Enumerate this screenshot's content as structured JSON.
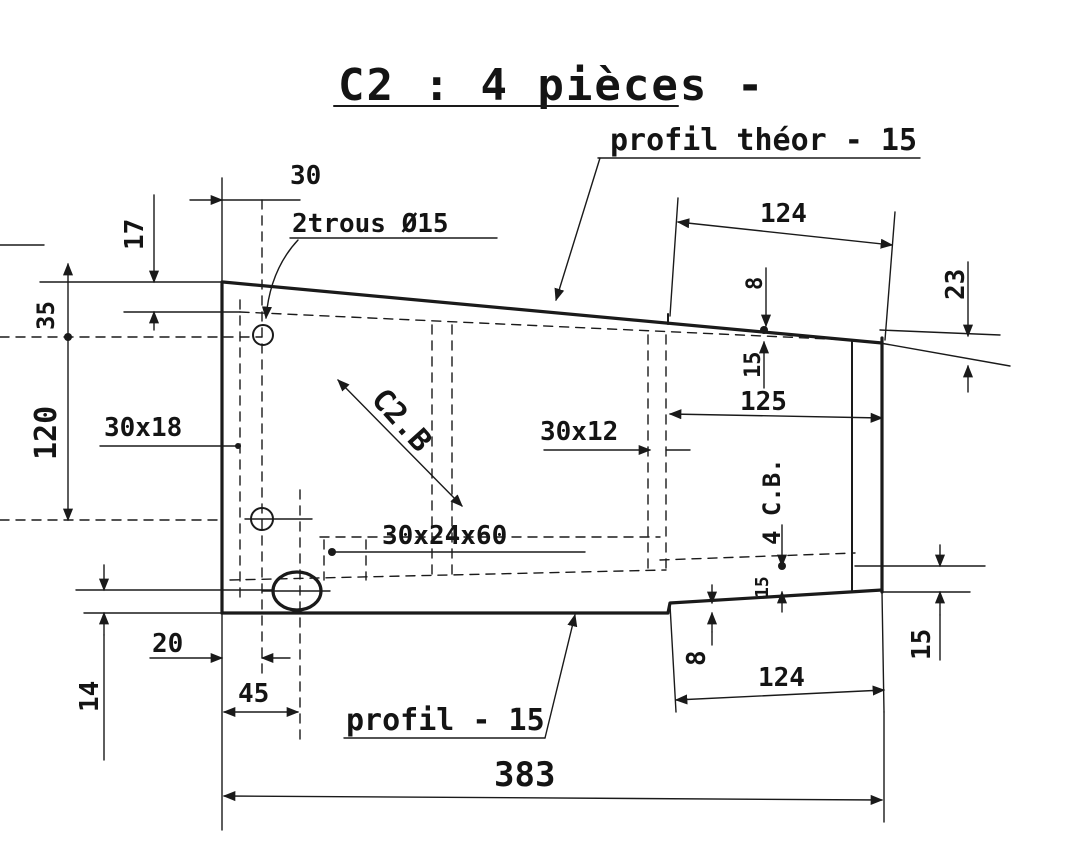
{
  "title": "C2 : 4 pièces -",
  "profile_top": "profil théor - 15",
  "profile_bottom": "profil - 15",
  "holes": "2trous Ø15",
  "labels": {
    "part_cb": "C2.B",
    "side_cb": "4 C.B.",
    "m30x18": "30x18",
    "m30x12": "30x12",
    "m30x24x60": "30x24x60"
  },
  "dimensions": {
    "d30": "30",
    "d17": "17",
    "d35": "35",
    "d120": "120",
    "d124_top": "124",
    "d8_top": "8",
    "d23": "23",
    "d15_a": "15",
    "d125": "125",
    "d15_b": "15",
    "d15_right": "15",
    "d8_bottom": "8",
    "d124_bottom": "124",
    "d20": "20",
    "d14": "14",
    "d45": "45",
    "d383": "383"
  }
}
